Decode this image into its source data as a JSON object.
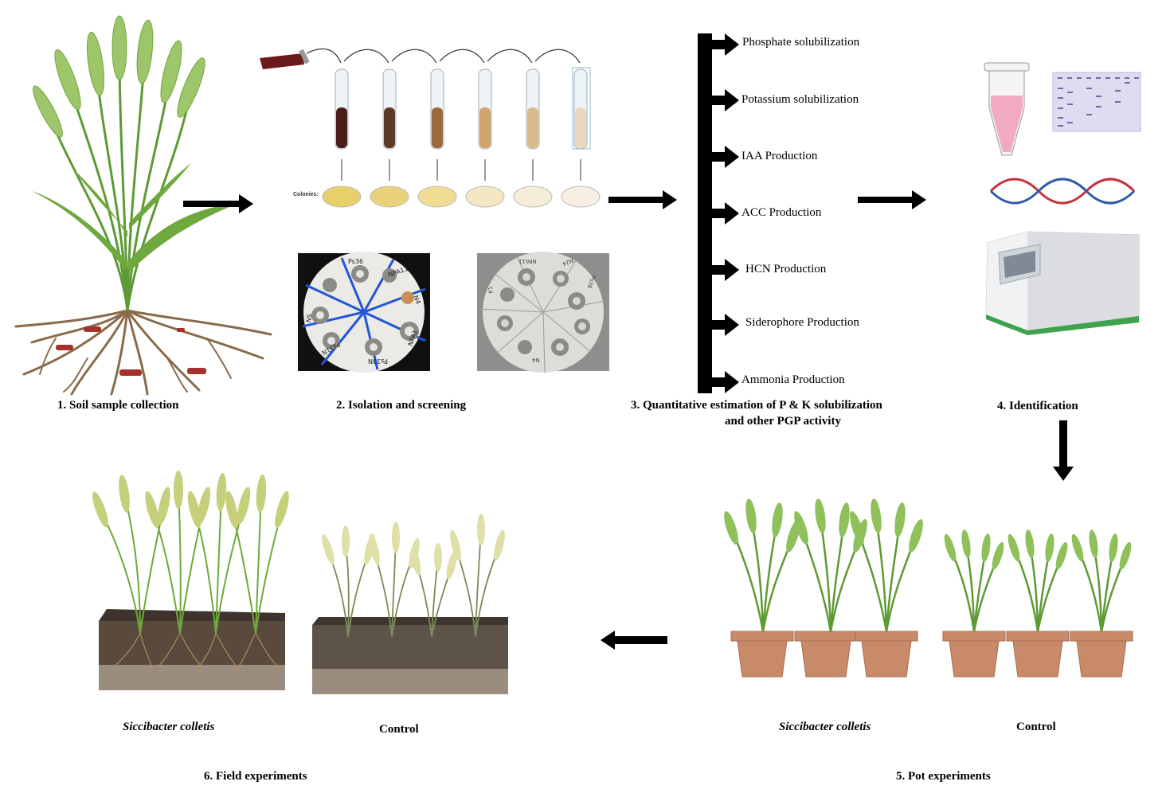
{
  "steps": {
    "soil": "1. Soil sample collection",
    "isolation": "2. Isolation and screening",
    "quant_line1": "3. Quantitative estimation of P & K  solubilization",
    "quant_line2": "and  other PGP activity",
    "identification": "4. Identification",
    "pot": "5. Pot experiments",
    "field": "6. Field  experiments"
  },
  "activities": [
    "Phosphate solubilization",
    "Potassium solubilization",
    "IAA Production",
    "ACC Production",
    "HCN Production",
    "Siderophore Production",
    "Ammonia Production"
  ],
  "dilution": {
    "colonies_label": "Colonies:"
  },
  "plate_labels": {
    "blue": [
      "Ps36",
      "NPA11",
      "N4",
      "NPA1",
      "Ps33N",
      "Ps31N",
      "SN"
    ],
    "grey": [
      "NPA11",
      "N24",
      "Ps36",
      "P1",
      "N4"
    ]
  },
  "field": {
    "treatment": "Siccibacter colletis",
    "control": "Control"
  },
  "pot": {
    "treatment": "Siccibacter colletis",
    "control": "Control"
  },
  "colors": {
    "arrow": "#000000",
    "wheat_green": "#6fa83c",
    "wheat_head": "#9dc56a",
    "root": "#8a6a4a",
    "pot": "#c98a6a",
    "soil_dark": "#4b3f36",
    "soil_light": "#9a8d80",
    "blue_line": "#2454d8"
  }
}
